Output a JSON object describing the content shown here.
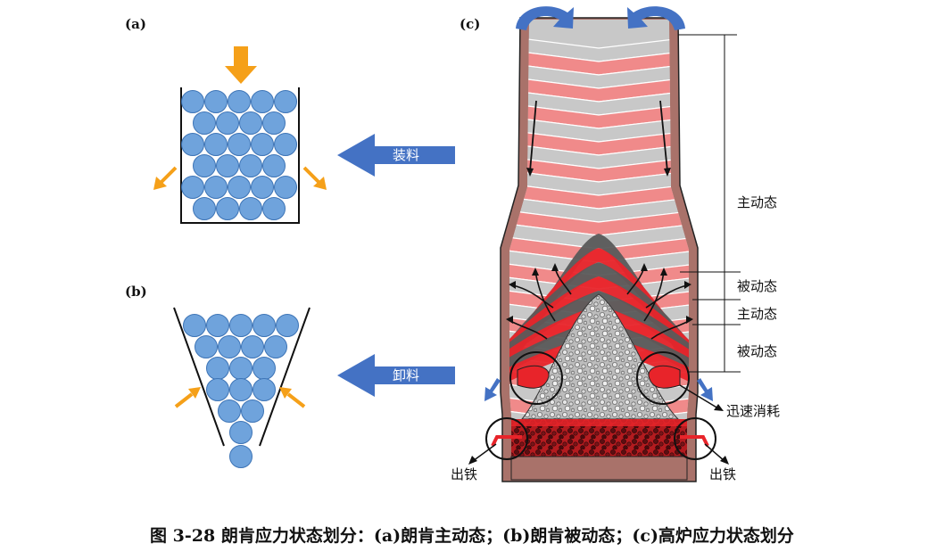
{
  "panels": {
    "a": {
      "label": "(a)",
      "arrow_label": "装料"
    },
    "b": {
      "label": "(b)",
      "arrow_label": "卸料"
    },
    "c": {
      "label": "(c)"
    }
  },
  "zones": [
    {
      "id": "active-1",
      "label": "主动态"
    },
    {
      "id": "passive-1",
      "label": "被动态"
    },
    {
      "id": "active-2",
      "label": "主动态"
    },
    {
      "id": "passive-2",
      "label": "被动态"
    }
  ],
  "annotations": {
    "rapid_consumption": "迅速消耗",
    "tapping_left": "出铁",
    "tapping_right": "出铁"
  },
  "caption": "图 3-28 朗肯应力状态划分：(a)朗肯主动态；(b)朗肯被动态；(c)高炉应力状态划分",
  "colors": {
    "ball": "#6fa3dc",
    "ball_stroke": "#3d74b6",
    "orange_arrow": "#f5a019",
    "blue_arrow": "#4472c4",
    "furnace_wall": "#a9726a",
    "red_layer": "#f08a8a",
    "grey_layer": "#c8c8c8",
    "bright_red": "#e8242a",
    "dark_grey": "#5a5a5a"
  }
}
